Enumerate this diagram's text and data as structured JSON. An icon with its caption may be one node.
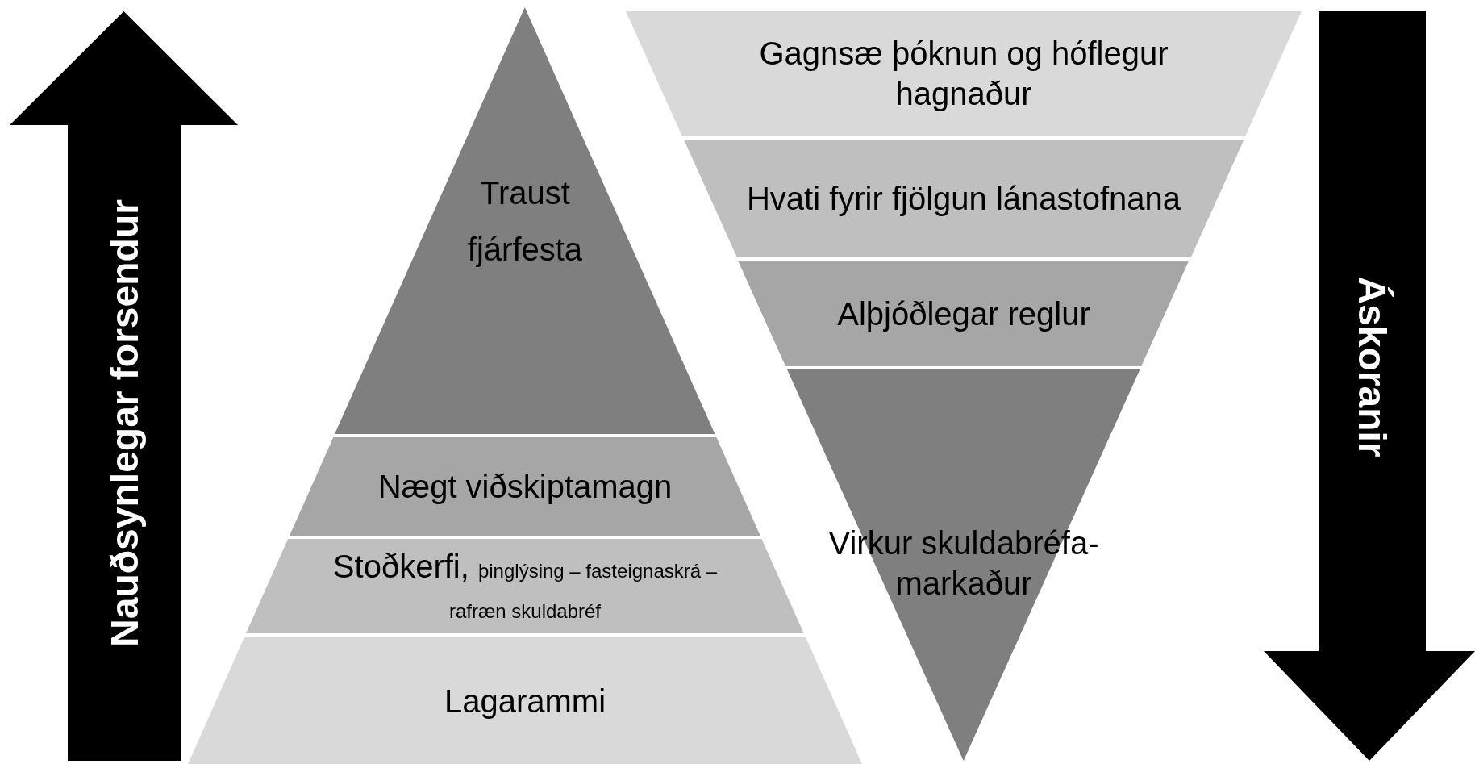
{
  "diagram": {
    "nodes": [
      {
        "text": [
          "Nauðsynlegar forsendur"
        ]
      },
      {
        "text": [
          "Traust fjárfesta"
        ]
      },
      {
        "text": [
          "Nægt viðskiptamagn"
        ]
      },
      {
        "text": [
          "Stoðkerfi,",
          "þinglýsing – fasteignaskrá – rafræn skuldabréf"
        ]
      },
      {
        "text": [
          "Lagarammi"
        ]
      },
      {
        "text": [
          "Gagnsæ þóknun og hóflegur hagnaður"
        ]
      },
      {
        "text": [
          "Hvati fyrir fjölgun lánastofnana"
        ]
      },
      {
        "text": [
          "Alþjóðlegar reglur"
        ]
      },
      {
        "text": [
          "Virkur skuldabréfa-markaður"
        ]
      },
      {
        "text": [
          "Áskoranir"
        ]
      }
    ]
  }
}
